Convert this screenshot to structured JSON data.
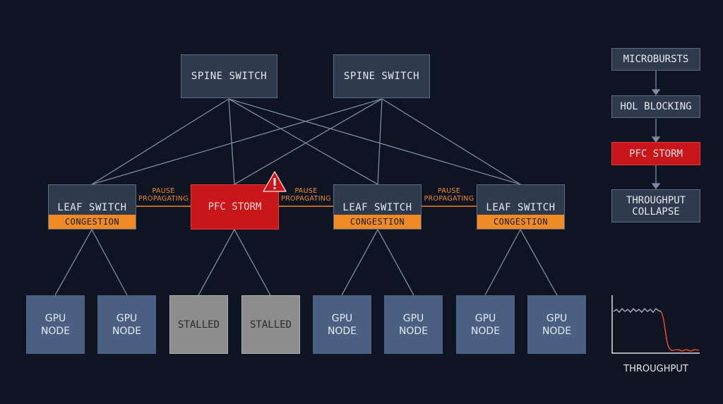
{
  "colors": {
    "background": "#0f1423",
    "switch": "#2f3a4c",
    "congestion": "#f08a24",
    "pfc": "#c8161b",
    "gpu": "#4a5f82",
    "stalled": "#8d8d8d",
    "line": "#7d8aa3",
    "throughput_drop": "#e0452c"
  },
  "spines": [
    {
      "label": "SPINE SWITCH"
    },
    {
      "label": "SPINE SWITCH"
    }
  ],
  "leaves": [
    {
      "label": "LEAF SWITCH",
      "status": "CONGESTION"
    },
    {
      "label": "LEAF SWITCH",
      "status": "CONGESTION"
    },
    {
      "label": "LEAF SWITCH",
      "status": "CONGESTION"
    }
  ],
  "pfc_node": {
    "label": "PFC STORM",
    "icon": "warning-icon"
  },
  "pause_labels": [
    "PAUSE\nPROPAGATING",
    "PAUSE\nPROPAGATING",
    "PAUSE\nPROPAGATING"
  ],
  "nodes": [
    {
      "label": "GPU\nNODE"
    },
    {
      "label": "GPU\nNODE"
    },
    {
      "label": "STALLED"
    },
    {
      "label": "STALLED"
    },
    {
      "label": "GPU\nNODE"
    },
    {
      "label": "GPU\nNODE"
    },
    {
      "label": "GPU\nNODE"
    },
    {
      "label": "GPU\nNODE"
    }
  ],
  "flow": [
    {
      "label": "MICROBURSTS"
    },
    {
      "label": "HOL BLOCKING"
    },
    {
      "label": "PFC STORM"
    },
    {
      "label": "THROUGHPUT\nCOLLAPSE"
    }
  ],
  "throughput": {
    "label": "THROUGHPUT",
    "trend": "high then collapse"
  }
}
